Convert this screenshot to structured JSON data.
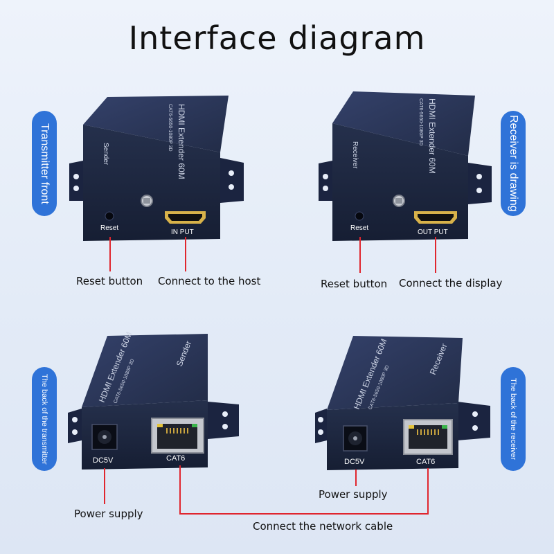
{
  "title": "Interface diagram",
  "side_labels": {
    "tx_front": "Transmitter front",
    "rx_front": "Receiver is drawing",
    "tx_back": "The back of the transmitter",
    "rx_back": "The back of the receiver"
  },
  "device": {
    "model": "HDMI Extender  60M",
    "spec": "CAT6-5650-1080P 3D",
    "sender": "Sender",
    "receiver": "Receiver"
  },
  "ports": {
    "reset": "Reset",
    "input": "IN PUT",
    "output": "OUT PUT",
    "dc": "DC5V",
    "cat6": "CAT6"
  },
  "callouts": {
    "tx_reset": "Reset button",
    "tx_host": "Connect to the host",
    "rx_reset": "Reset button",
    "rx_display": "Connect the display",
    "tx_power": "Power supply",
    "rx_power": "Power supply",
    "network": "Connect the network cable"
  },
  "colors": {
    "box_front": "#1f2a44",
    "box_top": "#2b3758",
    "accent": "#2f73d8",
    "leader": "#e0262e",
    "hdmi_gold": "#d8b24a"
  }
}
